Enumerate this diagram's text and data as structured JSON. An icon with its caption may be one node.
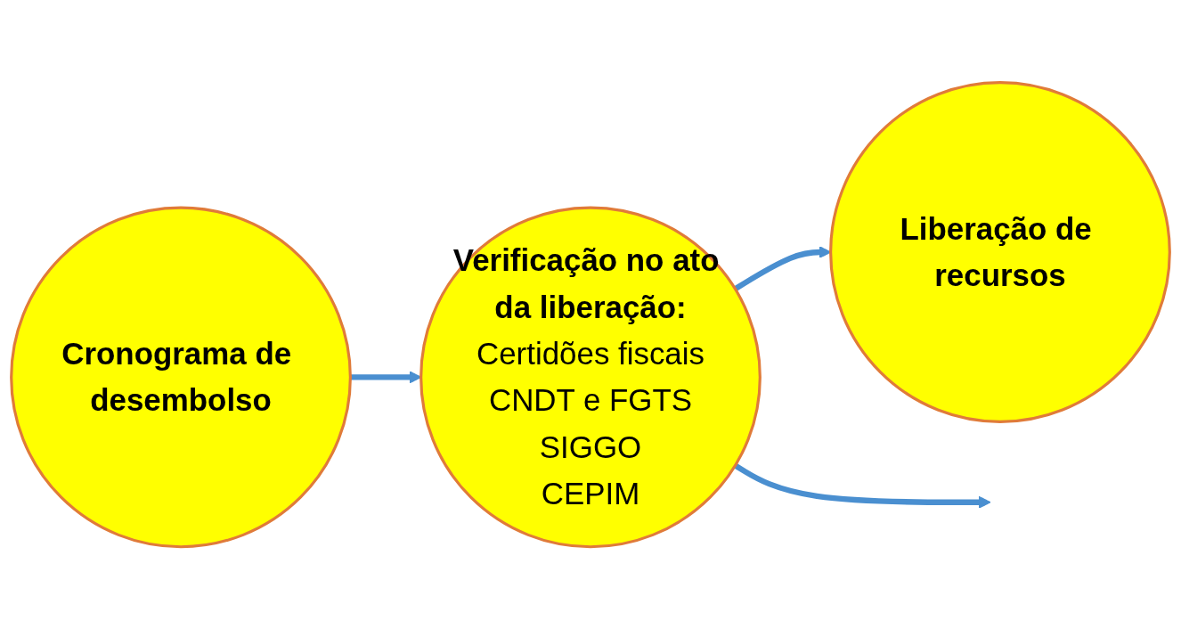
{
  "diagram": {
    "nodes": [
      {
        "text": [
          "Cronograma de desembolso"
        ]
      },
      {
        "text": [
          "Verificação no ato da liberação:",
          "Certidões fiscais",
          "CNDT e FGTS",
          "SIGGO",
          "CEPIM"
        ]
      },
      {
        "text": [
          "Liberação de recursos"
        ]
      }
    ],
    "edges": [
      {
        "from": 0,
        "to": 1,
        "arrow": "to"
      },
      {
        "from": 1,
        "to": 2,
        "arrow": "to"
      },
      {
        "from": 1,
        "to": null,
        "arrow": "to"
      }
    ]
  }
}
